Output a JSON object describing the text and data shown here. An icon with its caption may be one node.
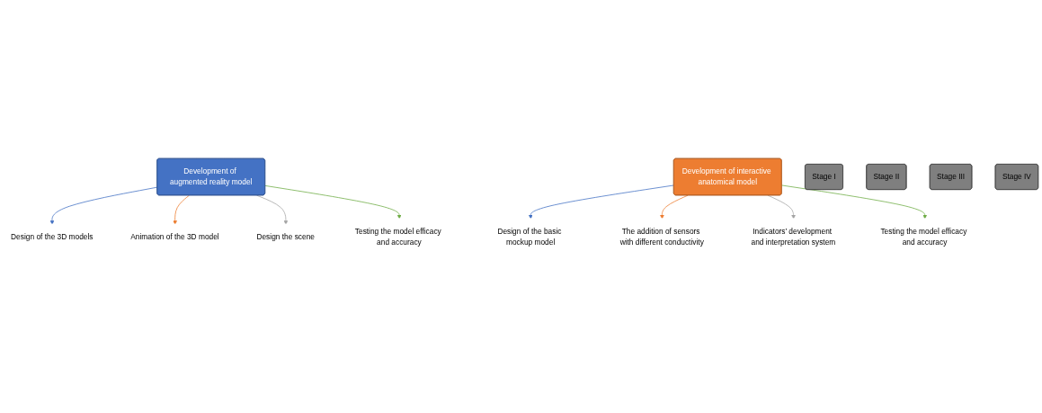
{
  "diagram": {
    "nodes": [
      {
        "text": [
          "Development of augmented reality model"
        ]
      },
      {
        "text": [
          "Development of interactive anatomical model"
        ]
      },
      {
        "text": [
          "Design of the 3D models"
        ]
      },
      {
        "text": [
          "Stage I"
        ]
      },
      {
        "text": [
          "Design of the basic mockup model"
        ]
      },
      {
        "text": [
          "Animation of the 3D model"
        ]
      },
      {
        "text": [
          "Stage II"
        ]
      },
      {
        "text": [
          "The addition of sensors with different conductivity"
        ]
      },
      {
        "text": [
          "Design the scene"
        ]
      },
      {
        "text": [
          "Stage III"
        ]
      },
      {
        "text": [
          "Indicators’ development and interpretation system"
        ]
      },
      {
        "text": [
          "Testing the model efficacy and accuracy"
        ]
      },
      {
        "text": [
          "Stage IV"
        ]
      },
      {
        "text": [
          "Testing the model efficacy and accuracy"
        ]
      }
    ],
    "edges": [
      {
        "from": 0,
        "to": 2,
        "arrow": "to",
        "color": "#4472c4"
      },
      {
        "from": 0,
        "to": 5,
        "arrow": "to",
        "color": "#ed7d31"
      },
      {
        "from": 0,
        "to": 8,
        "arrow": "to",
        "color": "#a5a5a5"
      },
      {
        "from": 0,
        "to": 11,
        "arrow": "to",
        "color": "#70ad47"
      },
      {
        "from": 1,
        "to": 4,
        "arrow": "to",
        "color": "#4472c4"
      },
      {
        "from": 1,
        "to": 7,
        "arrow": "to",
        "color": "#ed7d31"
      },
      {
        "from": 1,
        "to": 10,
        "arrow": "to",
        "color": "#a5a5a5"
      },
      {
        "from": 1,
        "to": 13,
        "arrow": "to",
        "color": "#70ad47"
      }
    ]
  }
}
